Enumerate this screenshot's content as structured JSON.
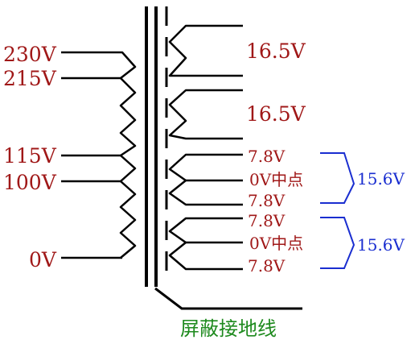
{
  "primary": {
    "taps": [
      "230V",
      "215V",
      "115V",
      "100V",
      "0V"
    ]
  },
  "secondary": {
    "winding1_voltage": "16.5V",
    "winding2_voltage": "16.5V",
    "winding3": {
      "top": "7.8V",
      "center": "0V中点",
      "bottom": "7.8V",
      "sum": "15.6V"
    },
    "winding4": {
      "top": "7.8V",
      "center": "0V中点",
      "bottom": "7.8V",
      "sum": "15.6V"
    }
  },
  "shield": {
    "label": "屏蔽接地线"
  },
  "colors": {
    "primary_text": "#a01818",
    "sum_text": "#1a2ed0",
    "shield_text": "#1e8a1e",
    "lines": "#000000"
  }
}
